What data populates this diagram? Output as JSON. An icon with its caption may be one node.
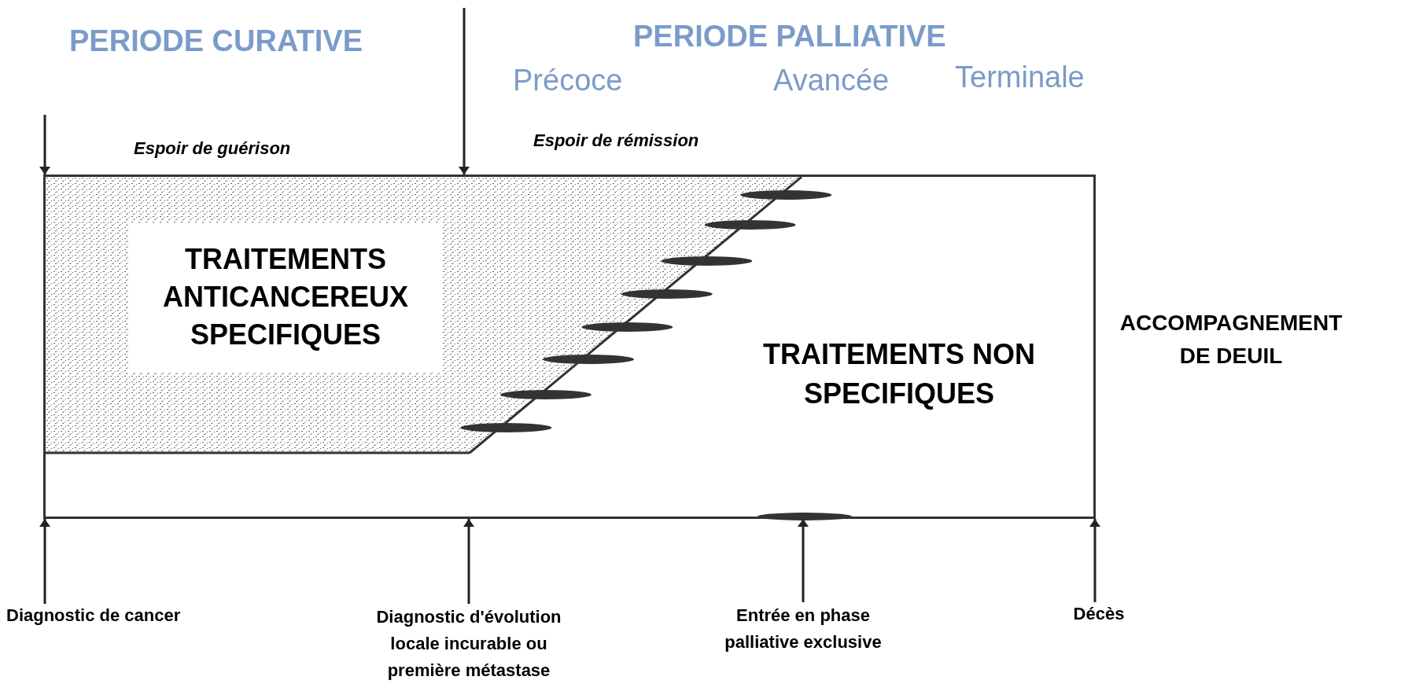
{
  "diagram": {
    "nodes": [
      {
        "text": [],
        "shape": "box"
      },
      {
        "text": [
          "TRAITEMENTS ANTICANCEREUX SPECIFIQUES"
        ],
        "in": 0
      },
      {
        "text": [
          "TRAITEMENTS NON SPECIFIQUES"
        ],
        "in": 0
      },
      {
        "text": [
          "Diagnostic de cancer"
        ]
      },
      {
        "text": [
          "Diagnostic d'évolution locale incurable ou première métastase"
        ]
      },
      {
        "text": [
          "Entrée en phase palliative exclusive"
        ]
      },
      {
        "text": [
          "Décès"
        ]
      }
    ],
    "edges": [
      {
        "from": null,
        "to": 0,
        "arrow": "to"
      },
      {
        "from": null,
        "to": 0,
        "arrow": "to"
      },
      {
        "from": 3,
        "to": 0,
        "arrow": "to"
      },
      {
        "from": 4,
        "to": 0,
        "arrow": "to"
      },
      {
        "from": 5,
        "to": 0,
        "arrow": "to"
      },
      {
        "from": 6,
        "to": 0,
        "arrow": "to"
      }
    ],
    "labels": [
      "PERIODE CURATIVE",
      "PERIODE PALLIATIVE",
      "Précoce",
      "Avancée",
      "Terminale",
      "Espoir de guérison",
      "Espoir de rémission",
      "ACCOMPAGNEMENT DE DEUIL"
    ]
  }
}
